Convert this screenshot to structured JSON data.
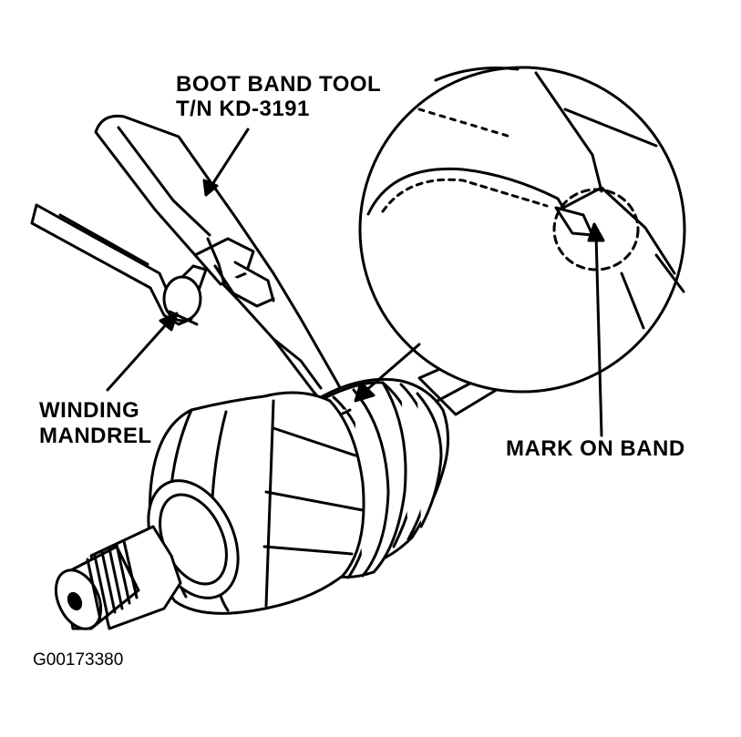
{
  "figure": {
    "labels": {
      "tool_line1": "BOOT BAND TOOL",
      "tool_line2": "T/N KD-3191",
      "mandrel_line1": "WINDING",
      "mandrel_line2": "MANDREL",
      "mark": "MARK ON BAND"
    },
    "figure_id": "G00173380"
  },
  "colors": {
    "ink": "#000000",
    "paper": "#ffffff"
  }
}
